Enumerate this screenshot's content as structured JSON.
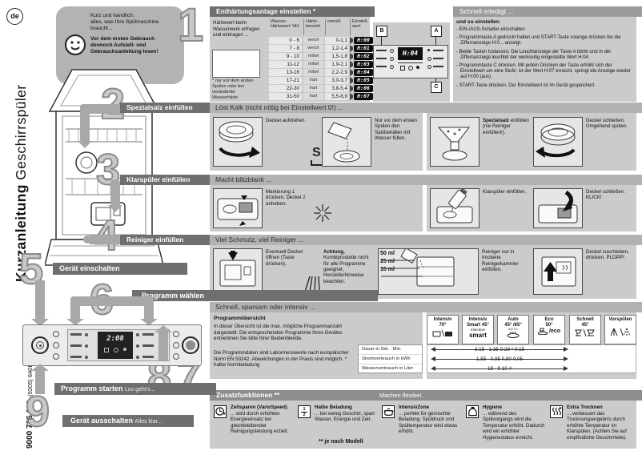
{
  "badge_lang": "de",
  "vertical": {
    "brand_bold": "Kurzanleitung",
    "brand_light": "Geschirrspüler",
    "doc_number": "9000 736 112",
    "doc_suffix": "(9205) 640B MA"
  },
  "intro": {
    "lines": [
      "Kurz und handlich:",
      "alles, was Ihre Spülmaschine",
      "braucht..."
    ],
    "bold_lines": [
      "Vor dem ersten Gebrauch",
      "dennoch Aufstell- und",
      "Gebrauchsanleitung lesen!"
    ]
  },
  "digits": {
    "d1": "1",
    "d2": "2",
    "d3": "3",
    "d4": "4",
    "d5": "5",
    "d6": "6",
    "d7": "7",
    "d8": "8",
    "d9": "9"
  },
  "bars": {
    "s1_title": "Enthärtungsanlage einstellen *",
    "quick": "Schnell erledigt ...",
    "s2_title": "Spezialsalz einfüllen",
    "s2_sub": "Löst Kalk (nicht nötig bei Einstellwert 0!) ...",
    "s3_title": "Klarspüler einfüllen",
    "s3_sub": "Macht blitzblank ...",
    "s4_title": "Reiniger einfüllen",
    "s4_sub": "Viel Schmutz, viel Reiniger ...",
    "s5_title": "Gerät einschalten",
    "s6_title": "Programm wählen",
    "s6_sub": "Schnell, sparsam oder intensiv ...",
    "s7_title": "Zusatzfunktionen **",
    "s7_right": "Machen flexibel..",
    "s8_title": "Programm starten",
    "s8_sub": "Los geht's...",
    "s9_title": "Gerät ausschalten",
    "s9_sub": "Alles klar..."
  },
  "softener": {
    "note": "Härtewert beim Wasserwerk erfragen und eintragen ...",
    "footnote": "* nur vor dem ersten Spülen oder bei veränderter Wasserhärte",
    "headers": [
      "Wasser-Härtewert °dH",
      "Härte-bereich",
      "mmol/l",
      "Einstell-wert"
    ],
    "rows": [
      {
        "dh": "0 - 6",
        "bereich": "weich",
        "mmol": "0-1,1",
        "wert": "H:00"
      },
      {
        "dh": "7 - 8",
        "bereich": "weich",
        "mmol": "1,2-1,4",
        "wert": "H:01"
      },
      {
        "dh": "9 - 10",
        "bereich": "mittel",
        "mmol": "1,5-1,8",
        "wert": "H:02"
      },
      {
        "dh": "11-12",
        "bereich": "mittel",
        "mmol": "1,9-2,1",
        "wert": "H:03"
      },
      {
        "dh": "13-16",
        "bereich": "mittel",
        "mmol": "2,2-2,9",
        "wert": "H:04"
      },
      {
        "dh": "17-21",
        "bereich": "hart",
        "mmol": "3,0-3,7",
        "wert": "H:05"
      },
      {
        "dh": "22-30",
        "bereich": "hart",
        "mmol": "3,8-5,4",
        "wert": "H:06"
      },
      {
        "dh": "31-50",
        "bereich": "hart",
        "mmol": "5,5-8,9",
        "wert": "H:07"
      }
    ],
    "panel": {
      "a": "A",
      "b": "B",
      "c": "C",
      "display": "H:04"
    },
    "howto_title": "und so einstellen",
    "howto": [
      "- EIN-/AUS-Schalter einschalten",
      "- Programmtaste A gedrückt halten und START-Taste solange drücken bis die Ziffernanzeige H:0... anzeigt.",
      "- Beide Tasten loslassen. Die Leuchtanzeige der Taste A blinkt und in der Ziffernanzeige leuchtet der werkseitig eingestellte Wert H:04.",
      "- Programmtaste C drücken. Mit jedem Drücken der Taste erhöht sich der Einstellwert um eine Stufe; ist der Wert H:07 erreicht, springt die Anzeige wieder auf H:00 (aus).",
      "- START-Taste drücken. Der Einstellwert ist im Gerät gespeichert."
    ]
  },
  "salt": {
    "cap1": "Deckel aufdrehen.",
    "cap2": "Nur vor dem ersten Spülen den Salzbehälter mit Wasser füllen.",
    "cap3_lead": "Spezialsalz",
    "cap3_rest": "einfüllen (nie Reiniger einfüllen!).",
    "cap4": "Deckel schließen. Umgehend spülen.",
    "symbol": "S"
  },
  "rinse": {
    "cap1": "Markierung 1 drücken, Deckel 2 anheben.",
    "cap2": "Klarspüler einfüllen.",
    "cap3": "Deckel schließen. KLICK!"
  },
  "detergent": {
    "cap1": "Eventuell Deckel öffnen (Taste drücken).",
    "warn_lead": "Achtung,",
    "warn_rest": "Kombiprodukte nicht für alle Programme geeignet, Herstellerhinweise beachten.",
    "ml": [
      "50 ml",
      "25 ml",
      "15 ml"
    ],
    "cap2": "Reiniger nur in trockene Reinigerkammer einfüllen.",
    "cap3": "Deckel zuschieben, drücken. PLOPP!"
  },
  "programs": {
    "title": "Programmübersicht",
    "para1": "In dieser Übersicht ist die max. mögliche Programmanzahl dargestellt. Die entsprechenden Programme Ihres Gerätes entnehmen Sie bitte Ihrer Bedienblende.",
    "para2": "Die Programmdaten sind Labormesswerte nach europäischer Norm EN 50242. Abweichungen in der Praxis sind möglich. * halbe Normbeladung",
    "columns": [
      {
        "name": "Intensiv",
        "temp": "70°"
      },
      {
        "name": "Intensiv",
        "temp": "Smart 45°",
        "icon_top": "intensive",
        "icon": "smart"
      },
      {
        "name": "Auto",
        "temp": "45° /65°",
        "icon_top": "AUTO"
      },
      {
        "name": "Eco",
        "temp": "50°",
        "icon": "/eco"
      },
      {
        "name": "Schnell",
        "temp": "45°"
      },
      {
        "name": "Vorspülen",
        "temp": ""
      }
    ],
    "measures": [
      "Dauer in Std. : Min.",
      "Stromverbrauch in kWh",
      "Wasserverbrauch in Liter"
    ],
    "values": [
      "3:15 - 1:35  0:29 *  0:15",
      "1,55 - 0,95  0,80  0,05",
      "19 - 9  10  4"
    ]
  },
  "extras": {
    "items": [
      {
        "title": "Zeitsparen (VarioSpeed)",
        "text": "... wird durch erhöhten Energieeinsatz bei gleichbleibender Reinigungsleistung erzielt."
      },
      {
        "title": "Halbe Beladung",
        "text": "... bei wenig Geschirr, spart Wasser, Energie und Zeit.",
        "glyph_top": "1",
        "glyph_bottom": "2"
      },
      {
        "title": "IntensivZone",
        "text": "... perfekt für gemischte Beladung. Spüldruck und Spültemperatur wird etwas erhöht."
      },
      {
        "title": "Hygiene",
        "text": "... während des Spülvorgangs wird die Temperatur erhöht. Dadurch wird ein erhöhter Hygienestatus erreicht."
      },
      {
        "title": "Extra Trocknen",
        "text": "... verbessert das Trocknungsergebnis durch erhöhte Temperatur im Klarspülen. (Achten Sie auf empfindliche Geschirrteile)."
      }
    ],
    "footnote": "** je nach Modell"
  },
  "panel_display": "2:08"
}
